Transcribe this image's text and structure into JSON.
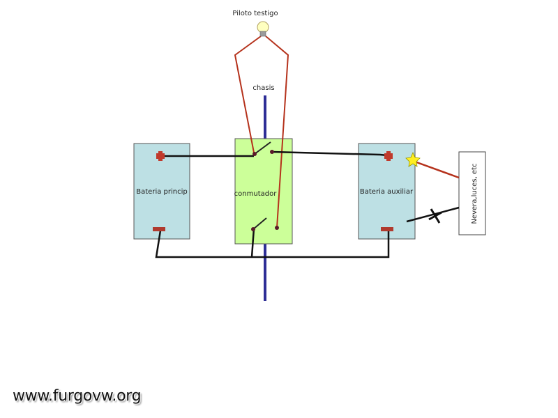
{
  "labels": {
    "pilot": "Piloto testigo",
    "chassis": "chasis",
    "main_battery": "Bateria princip",
    "switch": "conmutador",
    "aux_battery": "Bateria auxiliar",
    "loads": "Nevera,luces, etc"
  },
  "watermark": "www.furgovw.org",
  "colors": {
    "battery_fill": "#bde0e4",
    "switch_fill": "#ccff99",
    "wire_black": "#111111",
    "wire_red": "#b5321c",
    "chassis_blue": "#2e2e96",
    "terminal_red": "#c0392b",
    "spark_yellow": "#ffee22"
  },
  "icons": [
    "lightbulb-icon",
    "spark-star-icon",
    "cross-mark-icon"
  ]
}
